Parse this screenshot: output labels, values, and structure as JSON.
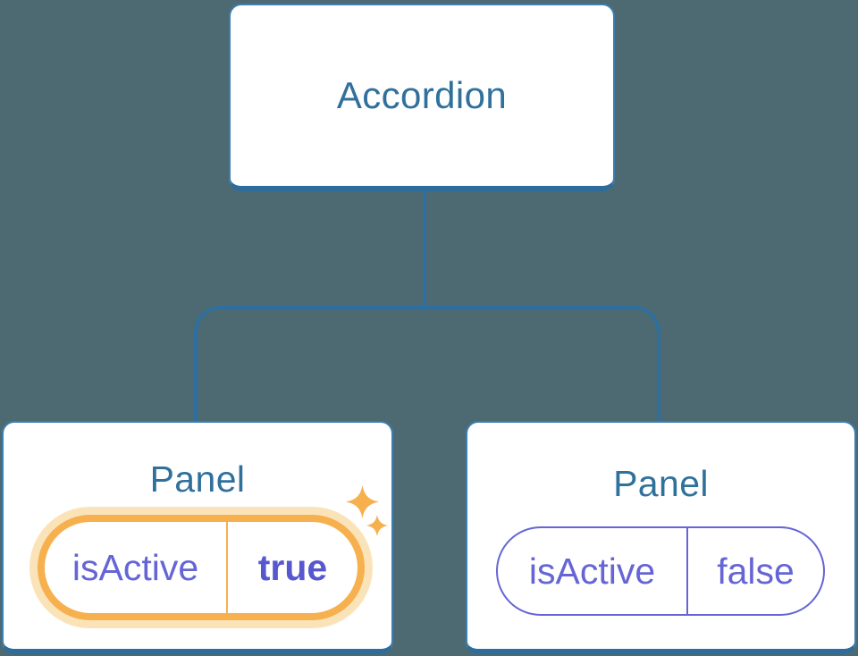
{
  "colors": {
    "canvas_bg": "#4D6A73",
    "node_bg": "#FFFFFF",
    "node_border": "#3D7EB0",
    "node_border_bottom": "#2E6C9C",
    "heading_text": "#30719C",
    "connector": "#2F6F9F",
    "purple": "#6565D6",
    "purple_bold": "#5757CF",
    "orange": "#F6B04E",
    "orange_halo": "#FBE3B9"
  },
  "diagram": {
    "root": {
      "label": "Accordion"
    },
    "panels": [
      {
        "title": "Panel",
        "state_key": "isActive",
        "state_value": "true",
        "highlighted": true,
        "icons": [
          "sparkle-icon-large",
          "sparkle-icon-small"
        ]
      },
      {
        "title": "Panel",
        "state_key": "isActive",
        "state_value": "false",
        "highlighted": false,
        "icons": []
      }
    ]
  }
}
